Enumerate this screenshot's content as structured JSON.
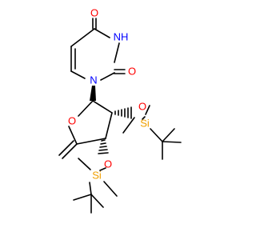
{
  "diagram": {
    "type": "chemical-structure",
    "colors": {
      "bond": "#000000",
      "O": "#ff0000",
      "N": "#0000ff",
      "Si": "#f0a000",
      "background": "#ffffff"
    },
    "atom_labels": {
      "o_carbonyl_top": "O",
      "nh": "NH",
      "o_carbonyl_right": "O",
      "n_ring": "N",
      "o_furanose": "O",
      "o_silyloxy_upper": "O",
      "si_upper": "Si",
      "o_silyloxy_lower": "O",
      "si_lower": "Si"
    }
  }
}
